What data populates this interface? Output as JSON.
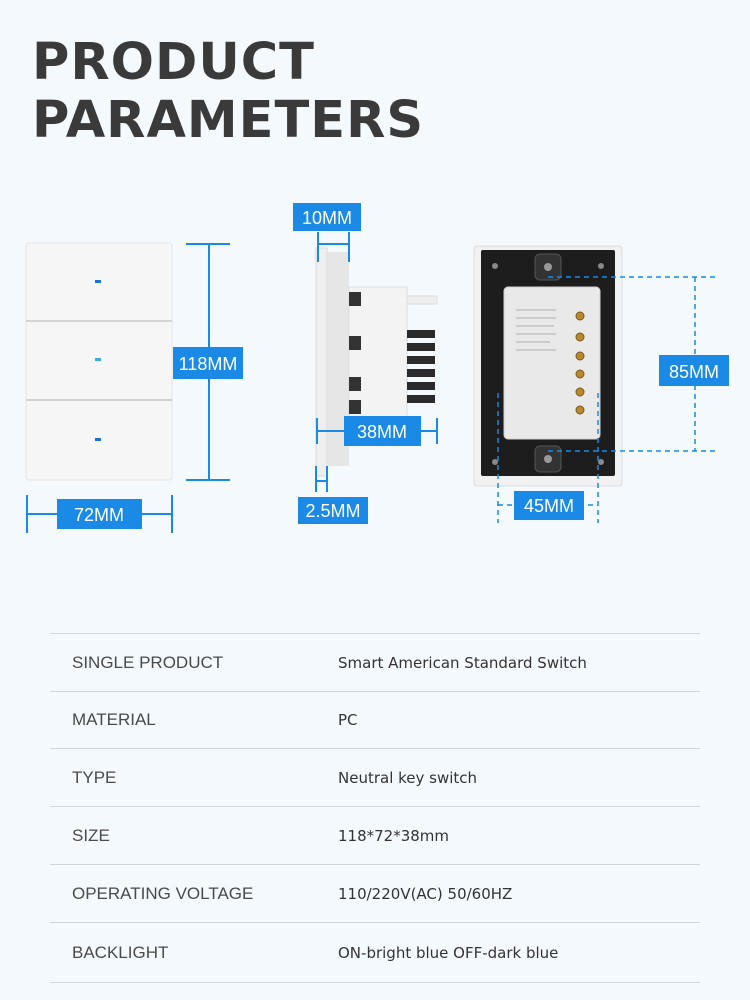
{
  "header": {
    "title_line1": "PRODUCT",
    "title_line2": "PARAMETERS"
  },
  "dimensions": {
    "front_height": "118MM",
    "front_width": "72MM",
    "side_top": "10MM",
    "side_depth": "38MM",
    "side_plate": "2.5MM",
    "back_height": "85MM",
    "back_width": "45MM"
  },
  "specs": [
    {
      "label": "SINGLE PRODUCT",
      "value": "Smart American Standard Switch"
    },
    {
      "label": "MATERIAL",
      "value": "PC"
    },
    {
      "label": "TYPE",
      "value": "Neutral key switch"
    },
    {
      "label": "SIZE",
      "value": "118*72*38mm"
    },
    {
      "label": "OPERATING VOLTAGE",
      "value": "110/220V(AC) 50/60HZ"
    },
    {
      "label": "BACKLIGHT",
      "value": "ON-bright blue OFF-dark blue"
    }
  ],
  "colors": {
    "accent": "#1a8ae6",
    "title": "#3a3a3a",
    "background": "#f4f9fd"
  }
}
